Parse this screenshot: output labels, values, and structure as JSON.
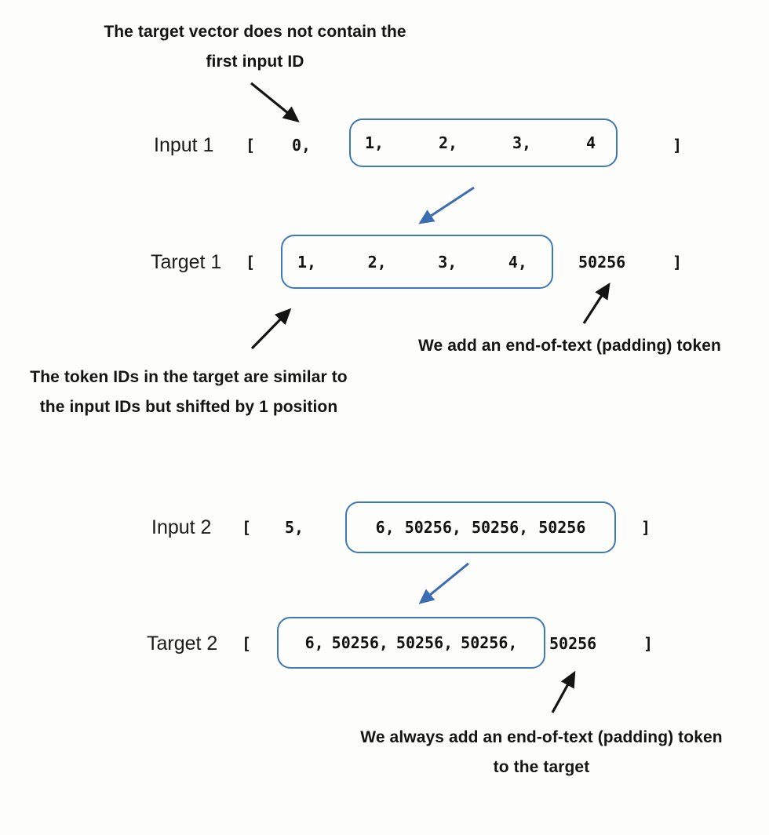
{
  "colors": {
    "ink": "#141414",
    "box_border": "#3f79b5",
    "arrow_blue": "#3a6db2",
    "bg": "#fdfdfb"
  },
  "annotations": {
    "top": {
      "line1": "The target vector does not contain the",
      "line2": "first input ID"
    },
    "middle_left": {
      "line1": "The token IDs in the target are similar to",
      "line2": "the input IDs but shifted by 1 position"
    },
    "middle_right": "We add an end-of-text (padding) token",
    "bottom": {
      "line1": "We always add an end-of-text (padding) token",
      "line2": "to the target"
    }
  },
  "rows": [
    {
      "label": "Input 1",
      "open": "[",
      "before": "0,",
      "tokens": [
        "1,",
        "2,",
        "3,",
        "4"
      ],
      "after": "",
      "close": "]"
    },
    {
      "label": "Target 1",
      "open": "[",
      "before": "",
      "tokens": [
        "1,",
        "2,",
        "3,",
        "4,"
      ],
      "after": "50256",
      "close": "]"
    },
    {
      "label": "Input 2",
      "open": "[",
      "before": "5,",
      "tokens": [
        "6,",
        "50256,",
        "50256,",
        "50256"
      ],
      "after": "",
      "close": "]"
    },
    {
      "label": "Target 2",
      "open": "[",
      "before": "",
      "tokens": [
        "6,",
        "50256,",
        "50256,",
        "50256,"
      ],
      "after": "50256",
      "close": "]"
    }
  ]
}
